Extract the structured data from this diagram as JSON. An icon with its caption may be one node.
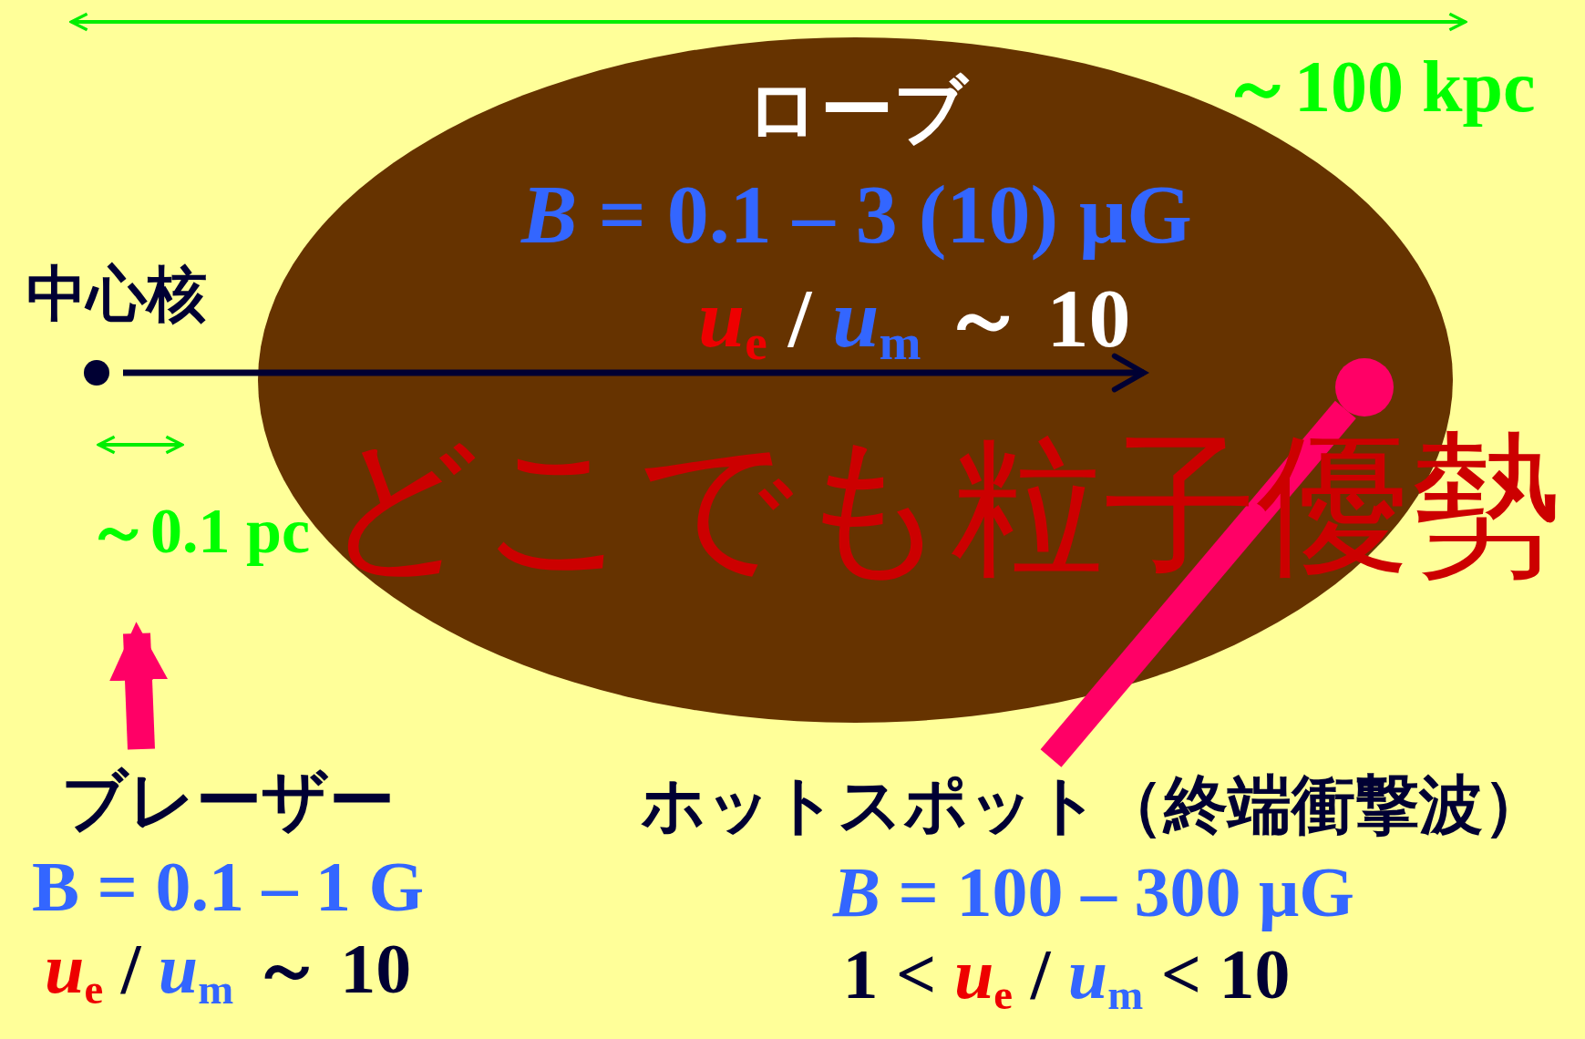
{
  "diagram": {
    "nodes": [
      {
        "text": [
          "ローブ",
          "*B* = 0.1 – 3 (10) μG",
          "*u*$_{e}$ / *u*$_{m}$ ～ 10"
        ]
      },
      {
        "text": [
          "中心核"
        ]
      },
      {
        "text": [],
        "shape": "circle",
        "in": 0
      },
      {
        "text": [
          "ブレーザー",
          "B = 0.1 – 1 G",
          "*u*$_{e}$ / *u*$_{m}$ ～ 10"
        ]
      },
      {
        "text": [
          "ホットスポット（終端衝撃波）",
          "*B* = 100 – 300 μG",
          "1 < *u*$_{e}$ / *u*$_{m}$ < 10"
        ]
      }
    ],
    "edges": [
      {
        "from": 1,
        "to": null,
        "arrow": "to",
        "color": "#000033"
      },
      {
        "from": 3,
        "to": null,
        "arrow": "to"
      },
      {
        "from": 4,
        "to": 2,
        "arrow": "none"
      }
    ],
    "labels": [
      "～100 kpc",
      "～0.1 pc",
      "どこでも粒子優勢"
    ]
  }
}
